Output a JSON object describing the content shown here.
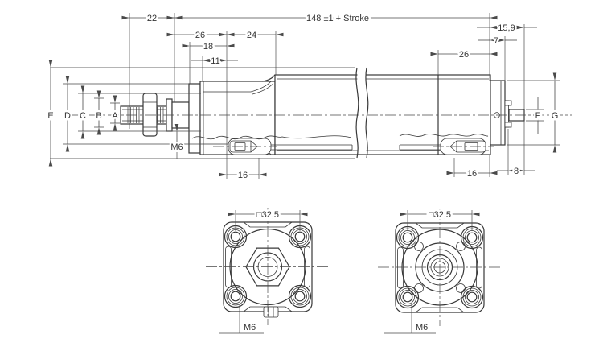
{
  "colors": {
    "line": "#383838",
    "dimension": "#4a4a4a",
    "background": "#ffffff"
  },
  "side_view": {
    "dim_rod_extension": "22",
    "dim_overall_length": "148 ±1 + Stroke",
    "dim_front_head_26": "26",
    "dim_front_24": "24",
    "dim_front_18": "18",
    "dim_front_11": "11",
    "dim_rear_15_9": "15,9",
    "dim_rear_7": "7",
    "dim_rear_head_26": "26",
    "dim_front_cushion_16": "16",
    "dim_rear_cushion_16": "16",
    "dim_rear_boss_8": "8",
    "label_rod_thread": "M6",
    "letter_dims": {
      "A": "A",
      "B": "B",
      "C": "C",
      "D": "D",
      "E": "E",
      "F": "F",
      "G": "G"
    }
  },
  "end_view_front": {
    "dim_bolt_square": "□32,5",
    "label_mounting_thread": "M6"
  },
  "end_view_rear": {
    "dim_bolt_square": "□32,5",
    "label_mounting_thread": "M6"
  }
}
